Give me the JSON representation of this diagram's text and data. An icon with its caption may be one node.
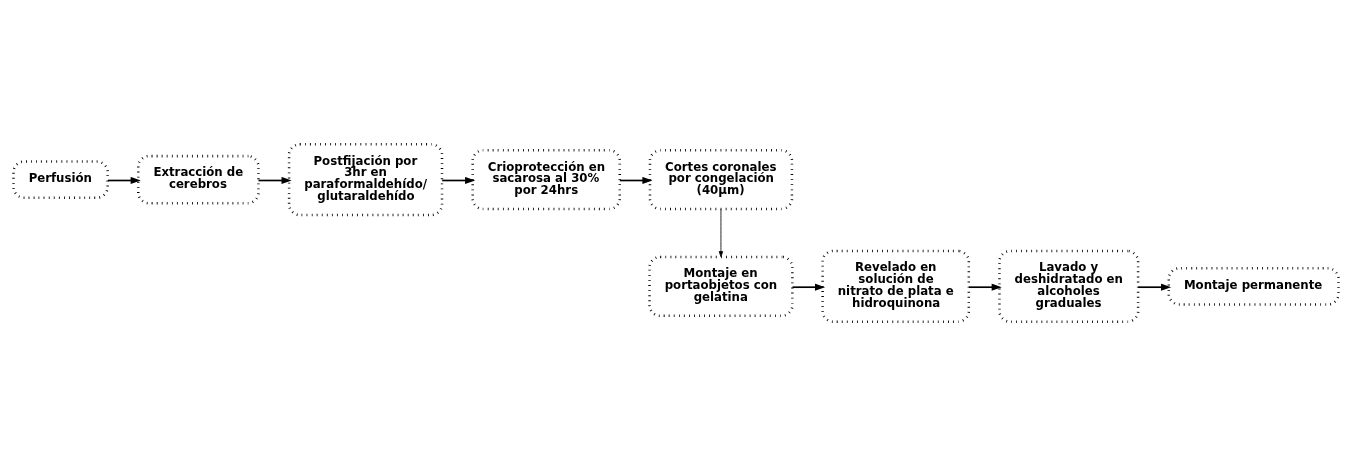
{
  "diagram": {
    "nodes": [
      {
        "text": [
          "Perfusión"
        ]
      },
      {
        "text": [
          "Extracción de cerebros"
        ]
      },
      {
        "text": [
          "Postfijación por 3hr en paraformaldehído/ glutaraldehído"
        ]
      },
      {
        "text": [
          "Crioprotección en sacarosa al 30% por 24hrs"
        ]
      },
      {
        "text": [
          "Cortes coronales por congelación (40µm)"
        ]
      },
      {
        "text": [
          "Montaje en portaobjetos con gelatina"
        ]
      },
      {
        "text": [
          "Revelado en solución de nitrato de plata e hidroquinona"
        ]
      },
      {
        "text": [
          "Lavado y deshidratado en alcoholes graduales"
        ]
      },
      {
        "text": [
          "Montaje permanente"
        ]
      }
    ],
    "edges": [
      {
        "from": 0,
        "to": 1,
        "arrow": "to"
      },
      {
        "from": 1,
        "to": 2,
        "arrow": "to"
      },
      {
        "from": 2,
        "to": 3,
        "arrow": "to"
      },
      {
        "from": 3,
        "to": 4,
        "arrow": "to"
      },
      {
        "from": 4,
        "to": 5,
        "arrow": "to"
      },
      {
        "from": 5,
        "to": 6,
        "arrow": "to"
      },
      {
        "from": 6,
        "to": 7,
        "arrow": "to"
      },
      {
        "from": 7,
        "to": 8,
        "arrow": "to"
      }
    ]
  }
}
